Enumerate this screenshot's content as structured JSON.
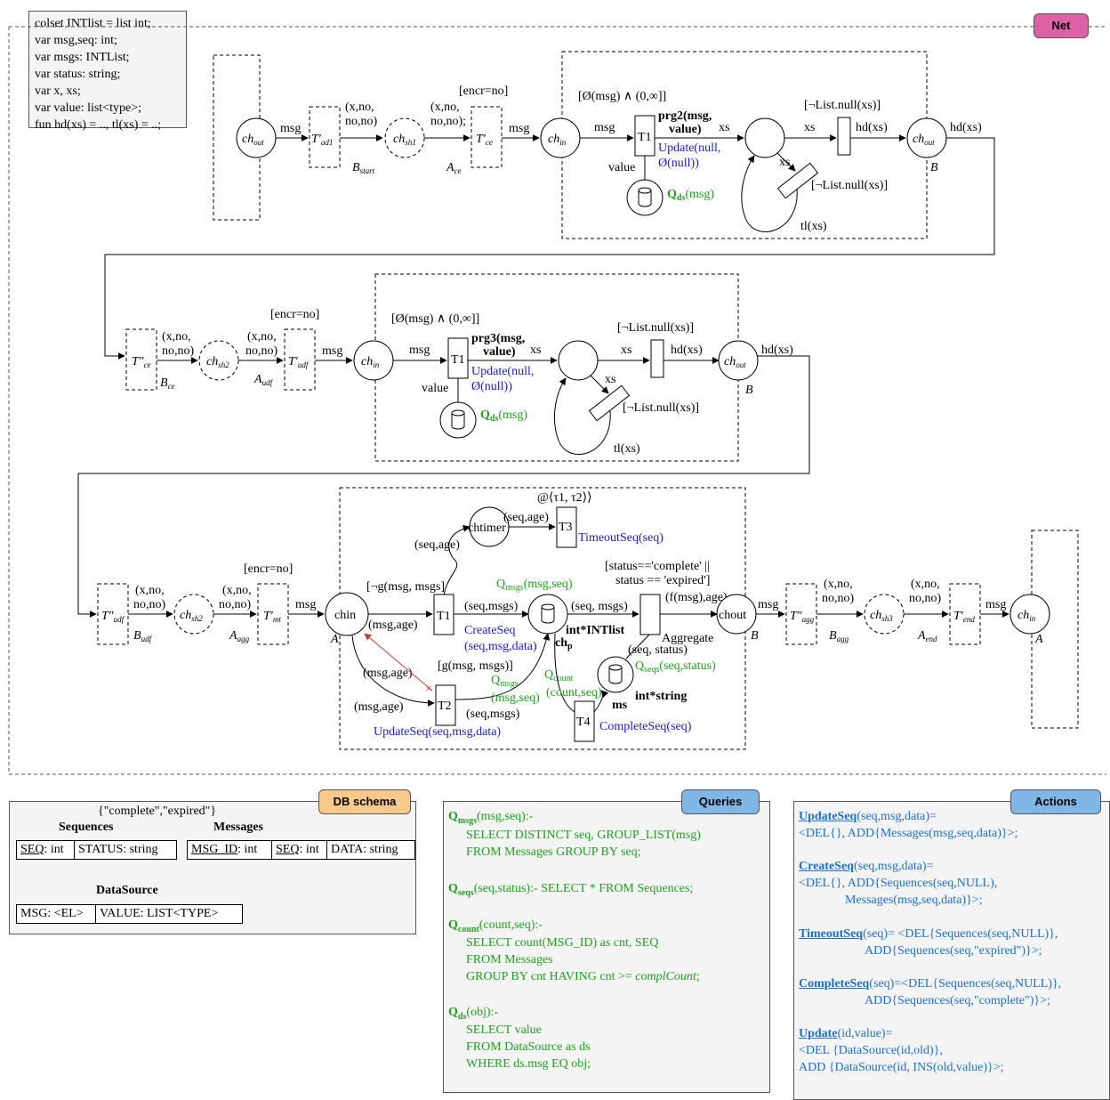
{
  "colset": [
    "colset INTlist = list int;",
    "var msg,seq: int;",
    "var msgs: INTList;",
    "var status: string;",
    "var x, xs;",
    "var value: list<type>;",
    "fun hd(xs) = .., tl(xs) = ..;"
  ],
  "tabs": {
    "net": "Net",
    "db": "DB schema",
    "queries": "Queries",
    "actions": "Actions"
  },
  "row1": {
    "encr": "[encr=no]",
    "guard": "[Ø(msg) ∧ (0,∞]]",
    "prg": [
      "prg2(msg,",
      "value)"
    ],
    "update": [
      "Update(null,",
      "Ø(null))"
    ],
    "qds": "Q",
    "qds_sub": "ds",
    "qds_arg": "(msg)",
    "notnull": "[¬List.null(xs)]",
    "hd": "hd(xs)",
    "tl": "tl(xs)",
    "xs": "xs",
    "msg": "msg",
    "value": "value",
    "t1": "T1",
    "tuple": [
      "(x,no,",
      "no,no)"
    ],
    "tuple2": [
      "(x,no,",
      "no,no);"
    ],
    "B": "B",
    "Bstart": "start",
    "Ace": "ce",
    "ch_out": "out",
    "ch_sh1": "sh1",
    "ch_in": "in",
    "Tad1": "ad1",
    "Tce": "ce"
  },
  "row2": {
    "encr": "[encr=no]",
    "guard": "[Ø(msg) ∧ (0,∞]]",
    "prg": [
      "prg3(msg,",
      "value)"
    ],
    "update": [
      "Update(null,",
      "Ø(null))"
    ],
    "notnull": "[¬List.null(xs)]",
    "hd": "hd(xs)",
    "tl": "tl(xs)",
    "xs": "xs",
    "msg": "msg",
    "value": "value",
    "t1": "T1",
    "tuple": [
      "(x,no,",
      "no,no)"
    ],
    "ce": "ce",
    "sh2": "sh2",
    "udf": "udf",
    "in": "in",
    "out": "out",
    "B": "B"
  },
  "row3": {
    "encr": "[encr=no]",
    "tuple": [
      "(x,no,",
      "no,no)"
    ],
    "udf": "udf",
    "sh2": "sh2",
    "mt": "mt",
    "agg": "agg",
    "sh3": "sh3",
    "end": "end",
    "A": "A",
    "B": "B",
    "msg": "msg",
    "chin": "chin",
    "chout": "chout",
    "chtimer": "chtimer",
    "timed": "@⟨τ1, τ2⟩⟩",
    "seqage": "(seq,age)",
    "timeout": "TimeoutSeq(seq)",
    "T1": "T1",
    "T2": "T2",
    "T3": "T3",
    "T4": "T4",
    "notg": "[¬g(msg, msgs]",
    "g": "[g(msg, msgs)]",
    "msgage": "(msg,age)",
    "seqmsgs": "(seq,msgs)",
    "seqcommamsgs": "(seq, msgs)",
    "qmsgs": "Q",
    "qmsgs_sub": "msgs",
    "qmsgs_arg": "(msg,seq)",
    "qmsgs_arg2": "(msg,seq)",
    "createseq": [
      "CreateSeq",
      "(seq,msg,data)"
    ],
    "chp": "ch",
    "chp_sub": "p",
    "intlist": "int*INTlist",
    "status_guard": [
      "[status=='complete' ||",
      "status == 'expired']"
    ],
    "fmsg": "(f(msg),age)",
    "seqstatus": "(seq, status)",
    "aggregate": "Aggregate",
    "qseqs": "Q",
    "qseqs_sub": "seqs",
    "qseqs_arg": "(seq,status)",
    "qcount": "Q",
    "qcount_sub": "count",
    "qcount_arg": "(count,seq)",
    "intstring": "int*string",
    "ms": "ms",
    "completeseq": "CompleteSeq(seq)",
    "updateseq": "UpdateSeq(seq,msg,data)"
  },
  "db": {
    "enum": "{\"complete\",\"expired\"}",
    "sequences": "Sequences",
    "messages": "Messages",
    "datasource": "DataSource",
    "seq_cells": [
      "SEQ",
      ": int",
      "STATUS: string"
    ],
    "msg_cells": [
      "MSG_ID",
      ": int",
      "SEQ",
      ": int",
      "DATA: string"
    ],
    "ds_cells": [
      "MSG: <EL>",
      "VALUE: LIST<TYPE>"
    ]
  },
  "queries": [
    {
      "name": "Q",
      "sub": "msgs",
      "rest": "(msg,seq):-"
    },
    {
      "text": "SELECT DISTINCT seq,      GROUP_LIST(msg)"
    },
    {
      "text": "FROM Messages GROUP BY seq;"
    },
    {
      "name": "Q",
      "sub": "seqs",
      "rest": "(seq,status):- SELECT * FROM Sequences;"
    },
    {
      "name": "Q",
      "sub": "count",
      "rest": "(count,seq):-"
    },
    {
      "text": "SELECT count(MSG_ID) as cnt, SEQ"
    },
    {
      "text": "FROM Messages"
    },
    {
      "text": "GROUP BY cnt HAVING cnt >= ",
      "italic": "complCount",
      "end": ";"
    },
    {
      "name": "Q",
      "sub": "ds",
      "rest": "(obj):-"
    },
    {
      "text": "SELECT value"
    },
    {
      "text": "FROM DataSource as ds"
    },
    {
      "text": "WHERE ds.msg EQ obj;"
    }
  ],
  "actions": [
    {
      "name": "UpdateSeq",
      "rest": "(seq,msg,data)="
    },
    {
      "text": "<DEL{}, ADD{Messages(msg,seq,data)}>;"
    },
    {
      "name": "CreateSeq",
      "rest": "(seq,msg,data)="
    },
    {
      "text": "<DEL{}, ADD{Sequences(seq,NULL),"
    },
    {
      "text": "Messages(msg,seq,data)}>;"
    },
    {
      "name": "TimeoutSeq",
      "rest": "(seq)= <DEL{Sequences(seq,NULL)},"
    },
    {
      "text": "ADD{Sequences(seq,\"expired\")}>;"
    },
    {
      "name": "CompleteSeq",
      "rest": "(seq)=<DEL{Sequences(seq,NULL)},"
    },
    {
      "text": "ADD{Sequences(seq,\"complete\")}>;"
    },
    {
      "name": "Update",
      "rest": "(id,value)="
    },
    {
      "text": "<DEL {DataSource(id,old)},"
    },
    {
      "text": "ADD {DataSource(id, INS(old,value)}>;"
    }
  ]
}
